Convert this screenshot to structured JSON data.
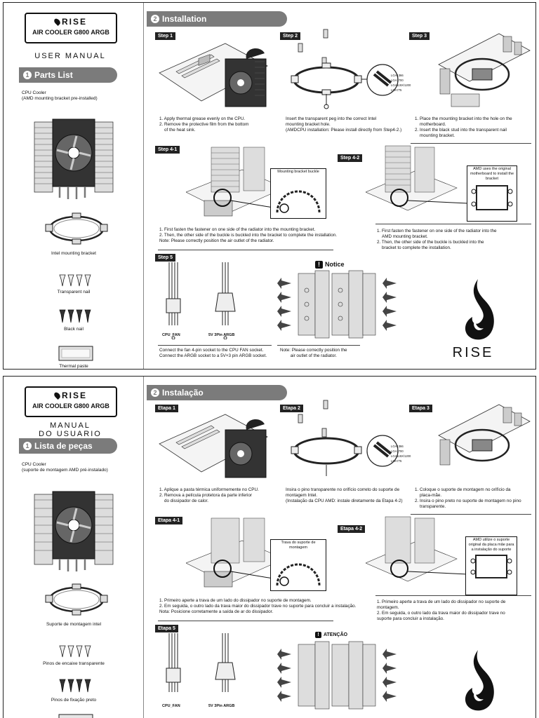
{
  "en": {
    "brand": "RISE",
    "model": "AIR COOLER G800 ARGB",
    "manual_title": "USER MANUAL",
    "parts_num": "1",
    "parts_title": "Parts List",
    "cpu_line1": "CPU Cooler",
    "cpu_line2": "(AMD mounting bracket pre-installed)",
    "intel_bracket": "Intel mounting bracket",
    "transparent_nail": "Transparent nail",
    "black_nail": "Black nail",
    "thermal_paste": "Thermal paste",
    "install_num": "2",
    "install_title": "Installation",
    "step1": "Step 1",
    "step2": "Step 2",
    "step3": "Step 3",
    "step41": "Step 4-1",
    "step42": "Step 4-2",
    "step5": "Step 5",
    "s1_l1": "1. Apply thermal grease evenly on the CPU.",
    "s1_l2": "2. Remove the protective film from the bottom",
    "s1_l3": "of the heat sink.",
    "s2_l1": "Insert the transparent peg into the correct Intel",
    "s2_l2": "mounting bracket hole.",
    "s2_l3": "(AMDCPU installation: Please install directly from Step4-2.)",
    "s3_l1": "1. Place the mounting bracket into the hole on the",
    "s3_l2": "motherboard.",
    "s3_l3": "2. Insert the black stud into the transparent nail",
    "s3_l4": "mounting bracket.",
    "sock1": "LGA1366",
    "sock2": "LGA1700",
    "sock3": "LGA115X/1200",
    "sock4": "LGA775",
    "buckle_callout": "Mounting bracket buckle",
    "amd_callout": "AMD uses the original motherboard to install the bracket",
    "s41_l1": "1. First fasten the fastener on one side of the radiator into the mounting bracket.",
    "s41_l2": "2. Then, the other side of the buckle is buckled into the bracket to complete the installation.",
    "s41_l3": "Note: Please correctly position the air outlet of the radiator.",
    "s42_l1": "1. First fasten the fastener on one side of the radiator into the",
    "s42_l2": "AMD mounting bracket.",
    "s42_l3": "2. Then, the other side of the buckle is buckled into the",
    "s42_l4": "bracket to complete the installation.",
    "cpu_fan": "CPU_FAN",
    "argb": "5V 3Pin ARGB",
    "s5_l1": "Connect the fan 4-pin socket to the CPU FAN socket.",
    "s5_l2": "Connect the ARGB socket to a 5V+3 pin ARGB socket.",
    "notice_title": "Notice",
    "notice_l1": "Note: Please correctly position the",
    "notice_l2": "air outlet of the radiator.",
    "big_brand": "RISE"
  },
  "pt": {
    "brand": "RISE",
    "model": "AIR COOLER G800 ARGB",
    "manual_l1": "MANUAL",
    "manual_l2": "DO USUARIO",
    "parts_num": "1",
    "parts_title": "Lista de peças",
    "cpu_line1": "CPU Cooler",
    "cpu_line2": "(suporte de montagem AMD pré-instalado)",
    "intel_bracket": "Suporte de montagem intel",
    "transparent_nail": "Pinos de encaixe transparente",
    "black_nail": "Pinos de fixação preto",
    "install_num": "2",
    "install_title": "Instalação",
    "step1": "Etapa 1",
    "step2": "Etapa 2",
    "step3": "Etapa 3",
    "step41": "Etapa 4-1",
    "step42": "Etapa 4-2",
    "step5": "Etapa 5",
    "s1_l1": "1. Aplique a pasta térmica uniformemente no CPU.",
    "s1_l2": "2. Remova a película protetora da parte inferior",
    "s1_l3": "do dissipador de calor.",
    "s2_l1": "Insira o pino transparente no orifício correto do suporte de",
    "s2_l2": "montagem Intel.",
    "s2_l3": "(Instalação da CPU AMD: instale diretamente da Etapa 4-2)",
    "s3_l1": "1. Coloque o suporte de montagem no orifício da",
    "s3_l2": "placa-mãe.",
    "s3_l3": "2. Insira o pino preto no suporte de montagem no pino",
    "s3_l4": "transparente.",
    "sock1": "LGA1366",
    "sock2": "LGA1700",
    "sock3": "LGA115X/1200",
    "sock4": "LGA775",
    "buckle_callout": "Trava do suporte de montagem",
    "amd_callout": "AMD utilize o suporte original da placa mãe para a instalação do suporte",
    "s41_l1": "1. Primeiro aperte a trava de um lado do dissipador no suporte de montagem.",
    "s41_l2": "2. Em seguida, o outro lado da trava maior do dissipador trave no suporte para concluir a instalação.",
    "s41_l3": "Nota: Posicione corretamente a saída de ar do dissipador.",
    "s42_l1": "1. Primeiro aperte a trava de um lado do dissipador no suporte de",
    "s42_l2": "montagem.",
    "s42_l3": "2. Em seguida, o outro lado da trava maior do dissipador trave no",
    "s42_l4": "suporte para concluir a instalação.",
    "cpu_fan": "CPU_FAN",
    "argb": "5V 3Pin ARGB",
    "notice_title": "ATENÇÃO"
  }
}
